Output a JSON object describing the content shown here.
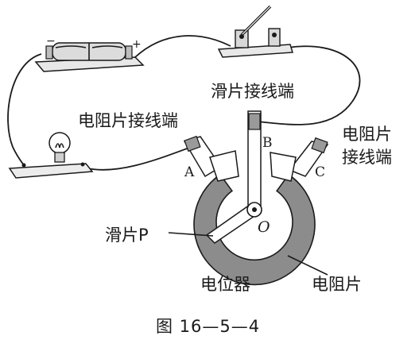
{
  "labels": {
    "slider_terminal": "滑片接线端",
    "resistor_terminal_left": "电阻片接线端",
    "resistor_terminal_right_line1": "电阻片",
    "resistor_terminal_right_line2": "接线端",
    "terminal_a": "A",
    "terminal_b": "B",
    "terminal_c": "C",
    "center_o": "O",
    "slider_p": "滑片P",
    "potentiometer": "电位器",
    "resistor_strip": "电阻片",
    "battery_minus": "−",
    "battery_plus": "+"
  },
  "caption": "图 16—5—4",
  "colors": {
    "line": "#1a1a1a",
    "resistor_fill": "#8c8c8c",
    "component_fill": "#f4f4f4",
    "background": "#ffffff"
  }
}
